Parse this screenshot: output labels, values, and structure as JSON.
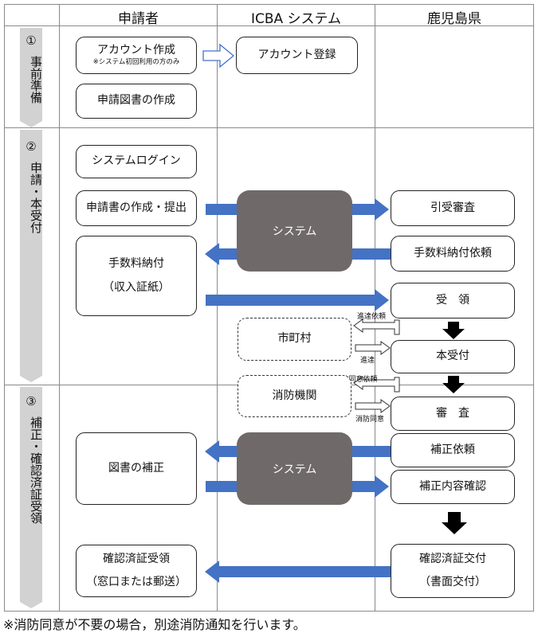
{
  "header": {
    "col_applicant": "申請者",
    "col_system": "ICBA システム",
    "col_prefecture": "鹿児島県"
  },
  "phases": [
    {
      "number": "①",
      "label": "事前準備"
    },
    {
      "number": "②",
      "label": "申請・本受付"
    },
    {
      "number": "③",
      "label": "補正・確認済証受領"
    }
  ],
  "boxes": {
    "account_create": "アカウント作成",
    "account_create_note": "※システム初回利用の方のみ",
    "account_register": "アカウント登録",
    "doc_create": "申請図書の作成",
    "login": "システムログイン",
    "submit": "申請書の作成・提出",
    "fee_line1": "手数料納付",
    "fee_line2": "（収入証紙）",
    "system1": "システム",
    "intake_review": "引受審査",
    "fee_request": "手数料納付依頼",
    "receipt": "受　領",
    "municipality": "市町村",
    "main_acceptance": "本受付",
    "fire_dept": "消防機関",
    "review": "審　査",
    "drawing_fix": "図書の補正",
    "system2": "システム",
    "fix_request": "補正依頼",
    "fix_confirm": "補正内容確認",
    "cert_receive_line1": "確認済証受領",
    "cert_receive_line2": "（窓口または郵送）",
    "cert_issue_line1": "確認済証交付",
    "cert_issue_line2": "（書面交付）"
  },
  "edge_labels": {
    "progress_request": "進達依頼",
    "progress": "進達",
    "fire_consent_request": "※消防同意依頼",
    "fire_consent": "消防同意"
  },
  "footnote": "※消防同意が不要の場合，別途消防通知を行います。",
  "colors": {
    "arrow_blue": "#4472c4",
    "system_gray": "#6f6a69",
    "phase_gray": "#d2d2d2"
  }
}
